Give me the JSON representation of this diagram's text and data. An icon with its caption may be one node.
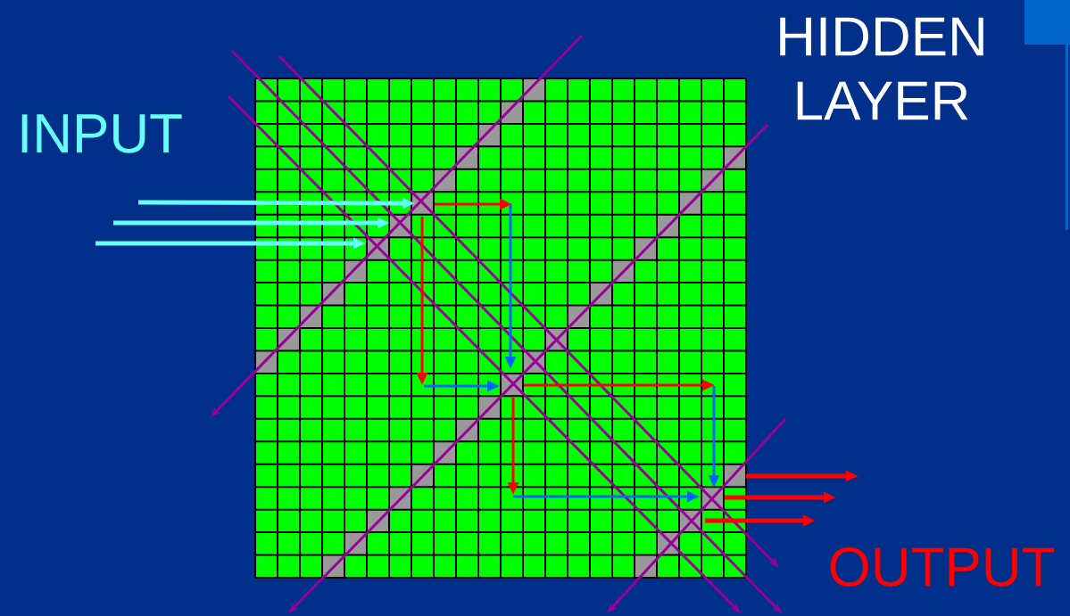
{
  "diagram": {
    "labels": [
      "HIDDEN LAYER",
      "INPUT",
      "OUTPUT"
    ]
  }
}
